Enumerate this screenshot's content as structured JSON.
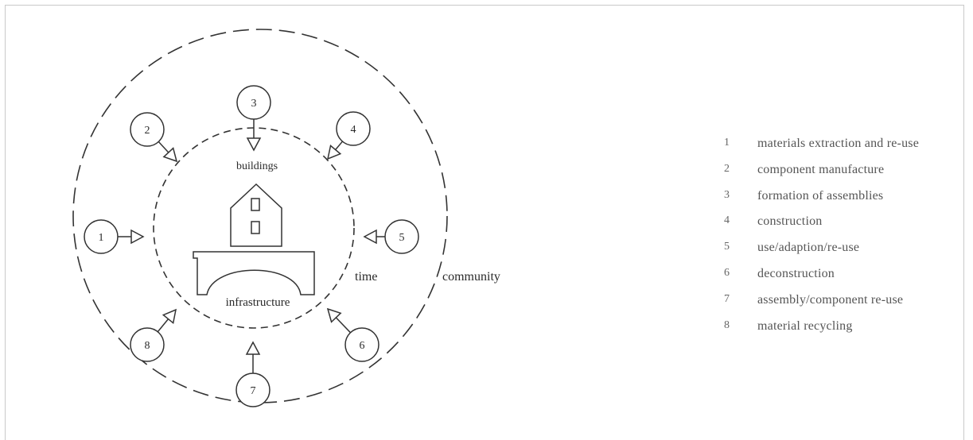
{
  "diagram": {
    "inner_top_label": "buildings",
    "inner_bottom_label": "infrastructure",
    "inner_ring_label": "time",
    "outer_ring_label": "community",
    "stages": [
      {
        "number": "1",
        "label": "materials extraction and re-use"
      },
      {
        "number": "2",
        "label": "component manufacture"
      },
      {
        "number": "3",
        "label": "formation of assemblies"
      },
      {
        "number": "4",
        "label": "construction"
      },
      {
        "number": "5",
        "label": "use/adaption/re-use"
      },
      {
        "number": "6",
        "label": "deconstruction"
      },
      {
        "number": "7",
        "label": "assembly/component re-use"
      },
      {
        "number": "8",
        "label": "material recycling"
      }
    ]
  }
}
